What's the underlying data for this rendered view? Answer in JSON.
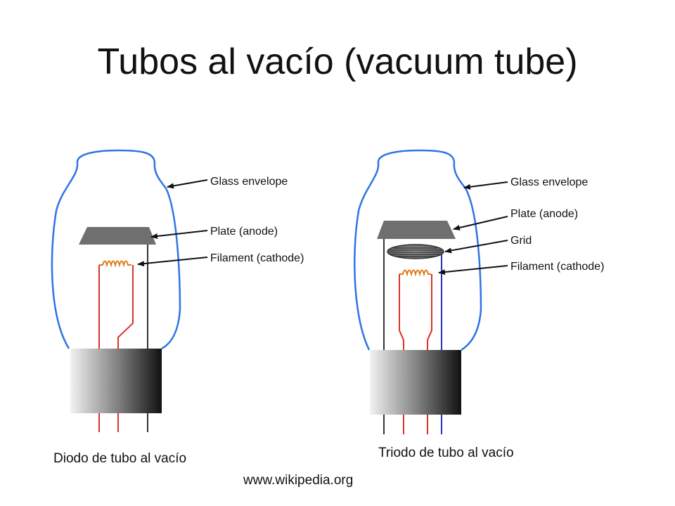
{
  "title": "Tubos al vacío (vacuum tube)",
  "diode": {
    "labels": {
      "glass": "Glass envelope",
      "plate": "Plate (anode)",
      "filament": "Filament (cathode)"
    },
    "caption": "Diodo de tubo al vacío"
  },
  "triode": {
    "labels": {
      "glass": "Glass envelope",
      "plate": "Plate (anode)",
      "grid": "Grid",
      "filament": "Filament (cathode)"
    },
    "caption": "Triodo de tubo al vacío"
  },
  "source": "www.wikipedia.org",
  "colors": {
    "glass": "#2f74e6",
    "filament": "#e07a12",
    "lead_red": "#d8322a",
    "lead_blue": "#2a2fbe",
    "plate": "#6f6f6f"
  }
}
